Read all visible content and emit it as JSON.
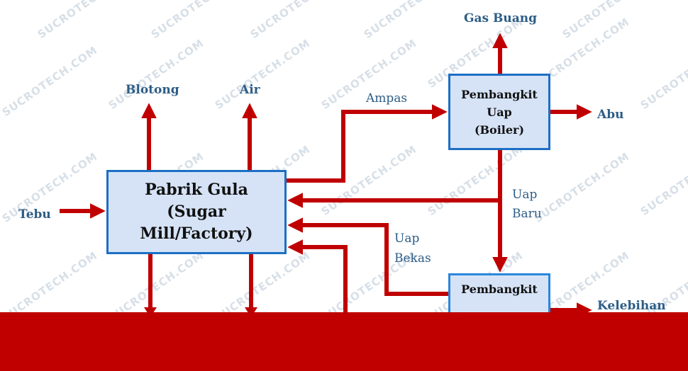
{
  "nodes": {
    "mill": {
      "line1": "Pabrik Gula",
      "line2": "(Sugar Mill/Factory)"
    },
    "boiler": {
      "line1": "Pembangkit",
      "line2": "Uap",
      "line3": "(Boiler)"
    },
    "generator": {
      "line1": "Pembangkit"
    }
  },
  "edges": {
    "tebu": "Tebu",
    "blotong": "Blotong",
    "air": "Air",
    "ampas": "Ampas",
    "gas_buang": "Gas Buang",
    "abu": "Abu",
    "uap_baru_1": "Uap",
    "uap_baru_2": "Baru",
    "uap_bekas_1": "Uap",
    "uap_bekas_2": "Bekas",
    "kelebihan": "Kelebihan"
  },
  "watermark": "SUCROTECH.COM",
  "colors": {
    "arrow": "#c00000",
    "box_fill": "#d6e3f6",
    "box_border": "#1c6fc4",
    "label": "#2d5d86"
  }
}
